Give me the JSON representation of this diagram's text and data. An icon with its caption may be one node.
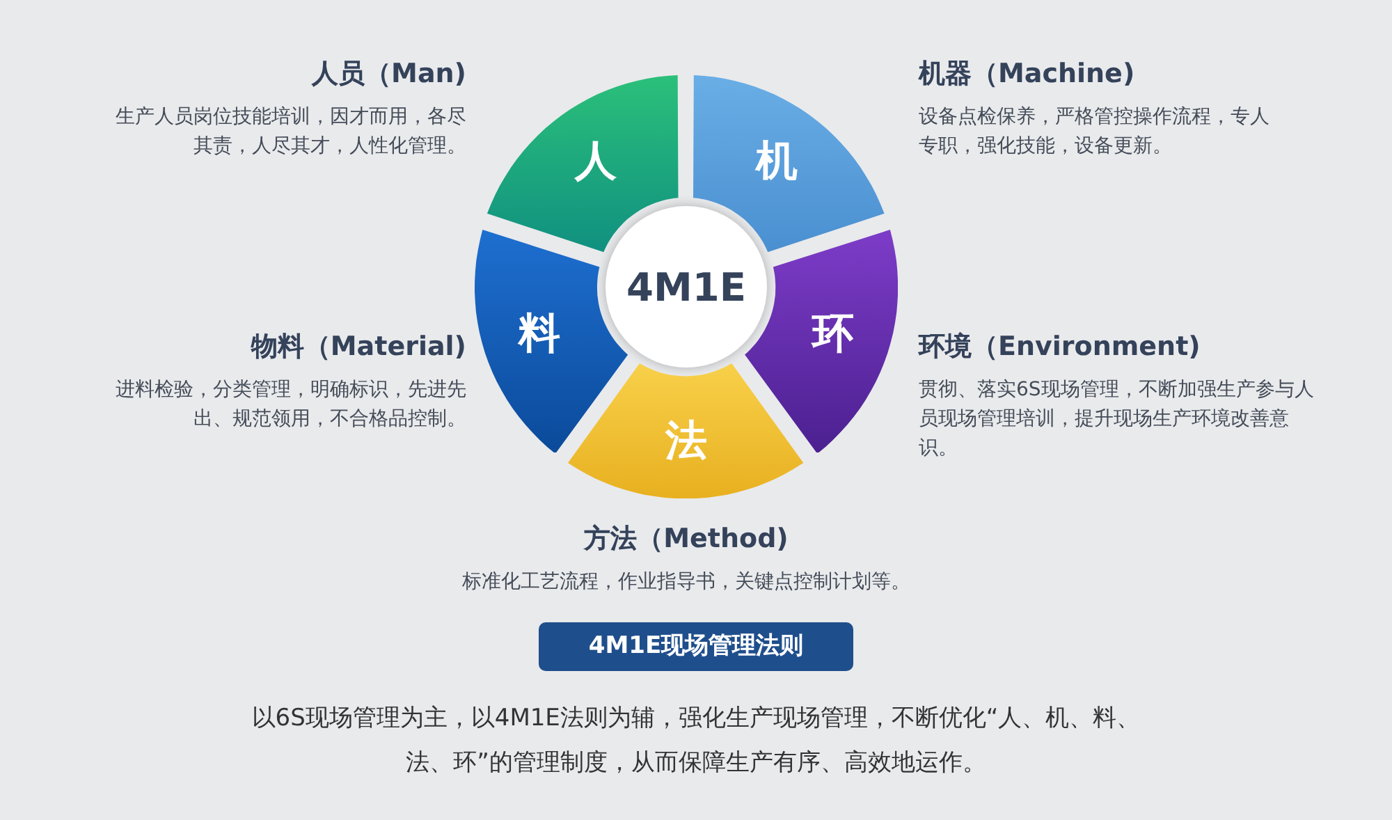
{
  "diagram": {
    "nodes": [
      {
        "text": [
          "4M1E"
        ]
      },
      {
        "text": [
          "人"
        ],
        "beside": [
          "人员（Man)",
          "生产人员岗位技能培训，因才而用，各尽其责，人尽其才，人性化管理。"
        ]
      },
      {
        "text": [
          "机"
        ],
        "beside": [
          "机器（Machine)",
          "设备点检保养，严格管控操作流程，专人专职，强化技能，设备更新。"
        ]
      },
      {
        "text": [
          "料"
        ],
        "beside": [
          "物料（Material)",
          "进料检验，分类管理，明确标识，先进先出、规范领用，不合格品控制。"
        ]
      },
      {
        "text": [
          "环"
        ],
        "beside": [
          "环境（Environment)",
          "贯彻、落实6S现场管理，不断加强生产参与人员现场管理培训，提升现场生产环境改善意识。"
        ]
      },
      {
        "text": [
          "法"
        ],
        "beside": [
          "方法（Method)",
          "标准化工艺流程，作业指导书，关键点控制计划等。"
        ]
      },
      {
        "text": [
          "4M1E现场管理法则"
        ]
      }
    ],
    "labels": [
      "以6S现场管理为主，以4M1E法则为辅，强化生产现场管理，不断优化“人、机、料、法、环”的管理制度，从而保障生产有序、高效地运作。"
    ]
  }
}
